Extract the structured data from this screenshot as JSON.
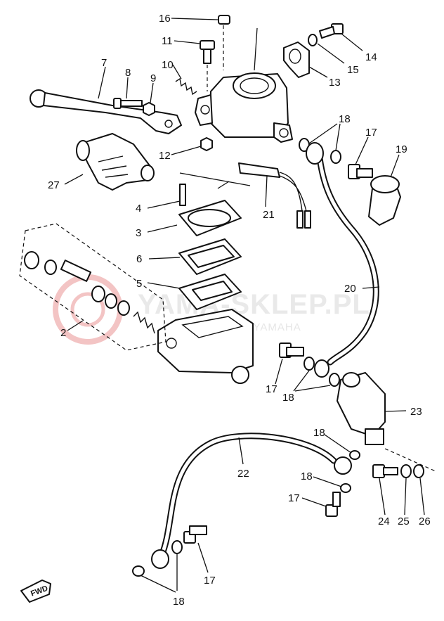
{
  "watermark": {
    "brand": "YAMA-SKLEP.PL",
    "subtitle": "WICZ | DEALER YAMAHA"
  },
  "fwd_label": "FWD",
  "callouts": {
    "c1": "16",
    "c2": "11",
    "c3": "10",
    "c4": "7",
    "c5": "8",
    "c6": "9",
    "c7": "12",
    "c8": "14",
    "c9": "15",
    "c10": "13",
    "c11": "18",
    "c12": "17",
    "c13": "19",
    "c14": "27",
    "c15": "4",
    "c16": "3",
    "c17": "21",
    "c18": "6",
    "c19": "5",
    "c20": "20",
    "c21": "2",
    "c22": "17",
    "c23": "18",
    "c24": "23",
    "c25": "18",
    "c26": "22",
    "c27": "18",
    "c28": "17",
    "c29": "24",
    "c30": "25",
    "c31": "26",
    "c32": "17",
    "c33": "18"
  }
}
